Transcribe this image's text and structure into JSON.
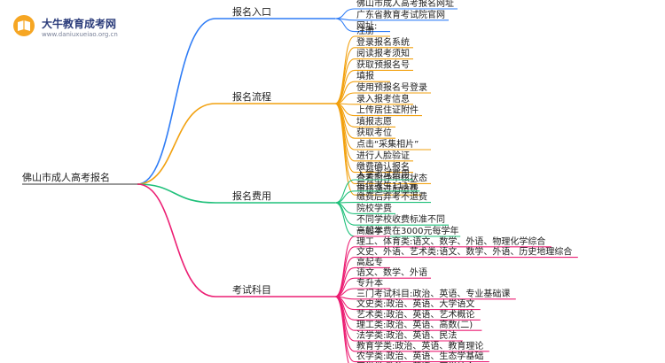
{
  "logo": {
    "title": "大牛教育成考网",
    "url": "www.daniuxueiao.org.cn"
  },
  "colors": {
    "sec0": "#2e7cf6",
    "sec1": "#f2a10f",
    "sec2": "#1fc07a",
    "sec3": "#ec1e73",
    "root": "#222222"
  },
  "mindmap": {
    "root": "佛山市成人高考报名",
    "sections": [
      {
        "title": "报名入口",
        "items": [
          "佛山市成人高考报名网址",
          "广东省教育考试院官网",
          "网址:"
        ]
      },
      {
        "title": "报名流程",
        "items": [
          "注册",
          "登录报名系统",
          "阅读报考须知",
          "获取预报名号",
          "填报",
          "使用预报名号登录",
          "录入报考信息",
          "上传居住证附件",
          "填报志愿",
          "获取考位",
          "点击“采集相片”",
          "进行人脸验证",
          "缴费确认报名",
          "查看附件审核状态",
          "审核通过后缴费"
        ]
      },
      {
        "title": "报名费用",
        "items": [
          "入学考试费用",
          "每位考生111元",
          "缴费后弃考不退费",
          "院校学费",
          "不同学校收费标准不同",
          "一般学费在3000元每学年"
        ]
      },
      {
        "title": "考试科目",
        "items": [
          "高起本",
          "理工、体育类:语文、数学、外语、物理化学综合",
          "文史、外语、艺术类:语文、数学、外语、历史地理综合",
          "高起专",
          "语文、数学、外语",
          "专升本",
          "三门考试科目:政治、英语、专业基础课",
          "文史类:政治、英语、大学语文",
          "艺术类:政治、英语、艺术概论",
          "理工类:政治、英语、高数(二)",
          "法学类:政治、英语、民法",
          "教育学类:政治、英语、教育理论",
          "农学类:政治、英语、生态学基础",
          "医学类:政治、英语、医学综合"
        ]
      }
    ]
  }
}
